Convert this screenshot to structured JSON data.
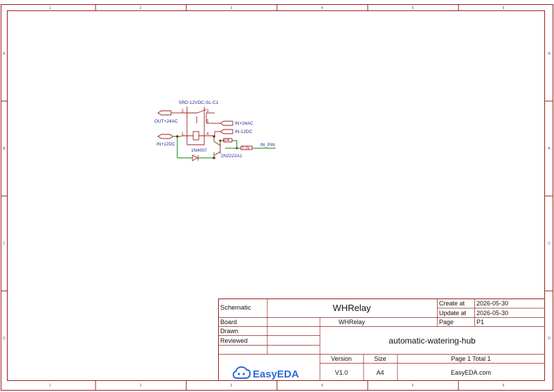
{
  "frame": {
    "columns": [
      "1",
      "2",
      "3",
      "4",
      "5",
      "6"
    ],
    "rows": [
      "A",
      "B",
      "C",
      "D"
    ]
  },
  "schematic": {
    "relay_label": "SRD-12VDC-SL-C1",
    "diode_label": "1N4007",
    "transistor_label": "2N2222A1",
    "resistor1_label": "10k",
    "resistor2_label": "2.2k",
    "pins": {
      "p1": "1",
      "p2": "2",
      "p3": "3",
      "p4": "4",
      "p5": "5"
    },
    "ports": {
      "out_24ac": "OUT+24AC",
      "in_12dc": "IN+12DC",
      "in_24ac": "IN+24AC",
      "in_minus_12dc": "IN-12DC",
      "in_pin": "IN_PIN"
    }
  },
  "title_block": {
    "schematic_label": "Schematic",
    "title": "WHRelay",
    "create_label": "Create at",
    "create_date": "2026-05-30",
    "update_label": "Update at",
    "update_date": "2026-05-30",
    "board_label": "Board",
    "board_value": "WHRelay",
    "page_label": "Page",
    "page_value": "P1",
    "drawn_label": "Drawn",
    "reviewed_label": "Reviewed",
    "project": "automatic-watering-hub",
    "version_label": "Version",
    "version_value": "V1.0",
    "size_label": "Size",
    "size_value": "A4",
    "page_total": "Page  1  Total  1",
    "site": "EasyEDA.com",
    "logo_text": "EasyEDA"
  },
  "colors": {
    "frame": "#9b1c1c",
    "wire": "#008a00",
    "net_label": "#1f1f9e",
    "logo": "#2c6bd6"
  }
}
